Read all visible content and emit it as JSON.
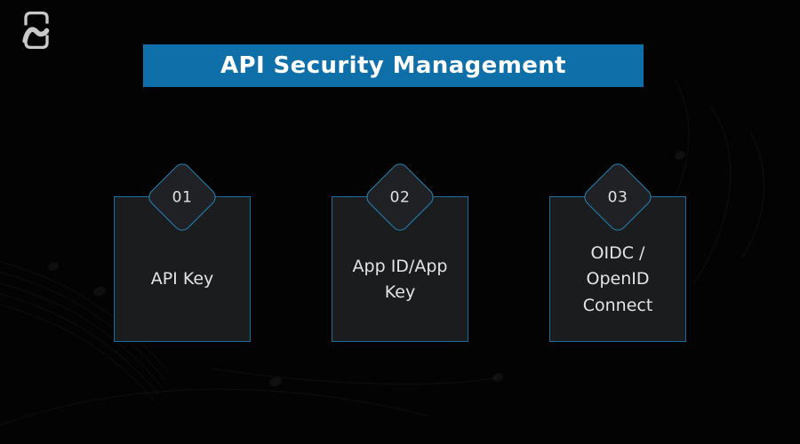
{
  "brand": {
    "logo_icon": "n-mark-logo"
  },
  "title": {
    "text": "API Security Management"
  },
  "steps": [
    {
      "number": "01",
      "label": "API Key"
    },
    {
      "number": "02",
      "label": "App ID/App Key"
    },
    {
      "number": "03",
      "label": "OIDC / OpenID Connect"
    }
  ],
  "colors": {
    "background": "#030303",
    "banner_blue": "#0e6fa9",
    "card_background": "#1a1c1e",
    "card_border": "#1d6d9e",
    "diamond_border": "#2585b8",
    "title_text": "#ffffff",
    "card_text": "#e4e4e4",
    "logo_gray": "#c9c9c9"
  }
}
